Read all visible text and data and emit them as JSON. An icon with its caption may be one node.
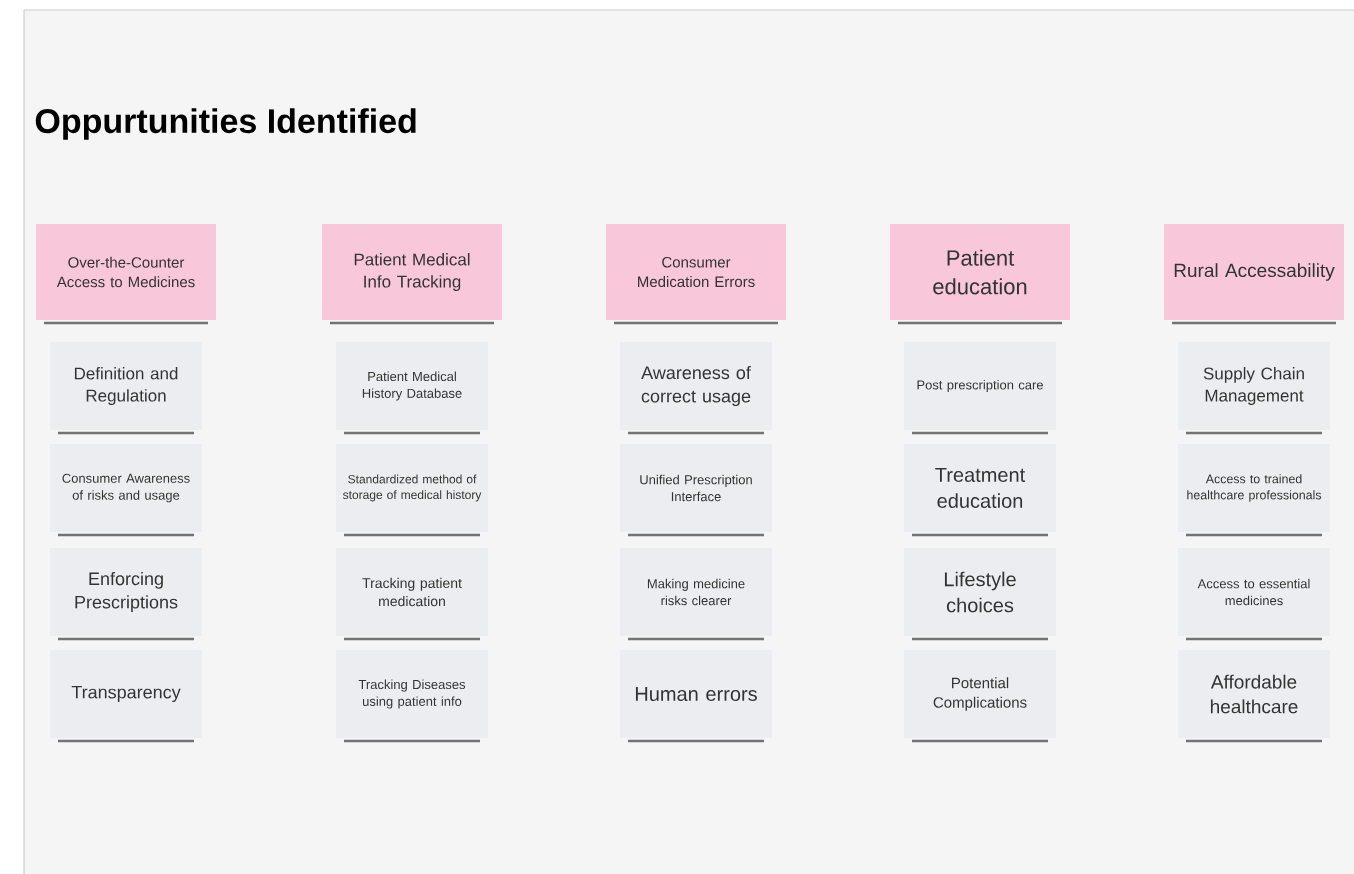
{
  "diagram": {
    "title": "Oppurtunities Identified",
    "nodes": [
      {
        "text": [
          "Over-the-Counter Access to Medicines"
        ]
      },
      {
        "text": [
          "Definition and Regulation"
        ]
      },
      {
        "text": [
          "Consumer Awareness of risks and usage"
        ]
      },
      {
        "text": [
          "Enforcing Prescriptions"
        ]
      },
      {
        "text": [
          "Transparency"
        ]
      },
      {
        "text": [
          "Patient Medical Info Tracking"
        ]
      },
      {
        "text": [
          "Patient Medical History Database"
        ]
      },
      {
        "text": [
          "Standardized method of storage of medical history"
        ]
      },
      {
        "text": [
          "Tracking patient medication"
        ]
      },
      {
        "text": [
          "Tracking Diseases using patient info"
        ]
      },
      {
        "text": [
          "Consumer Medication Errors"
        ]
      },
      {
        "text": [
          "Awareness of correct usage"
        ]
      },
      {
        "text": [
          "Unified Prescription Interface"
        ]
      },
      {
        "text": [
          "Making medicine risks clearer"
        ]
      },
      {
        "text": [
          "Human errors"
        ]
      },
      {
        "text": [
          "Patient education"
        ]
      },
      {
        "text": [
          "Post prescription care"
        ]
      },
      {
        "text": [
          "Treatment education"
        ]
      },
      {
        "text": [
          "Lifestyle choices"
        ]
      },
      {
        "text": [
          "Potential Complications"
        ]
      },
      {
        "text": [
          "Rural Accessability"
        ]
      },
      {
        "text": [
          "Supply Chain Management"
        ]
      },
      {
        "text": [
          "Access to trained healthcare professionals"
        ]
      },
      {
        "text": [
          "Access to essential medicines"
        ]
      },
      {
        "text": [
          "Affordable healthcare"
        ]
      }
    ]
  }
}
